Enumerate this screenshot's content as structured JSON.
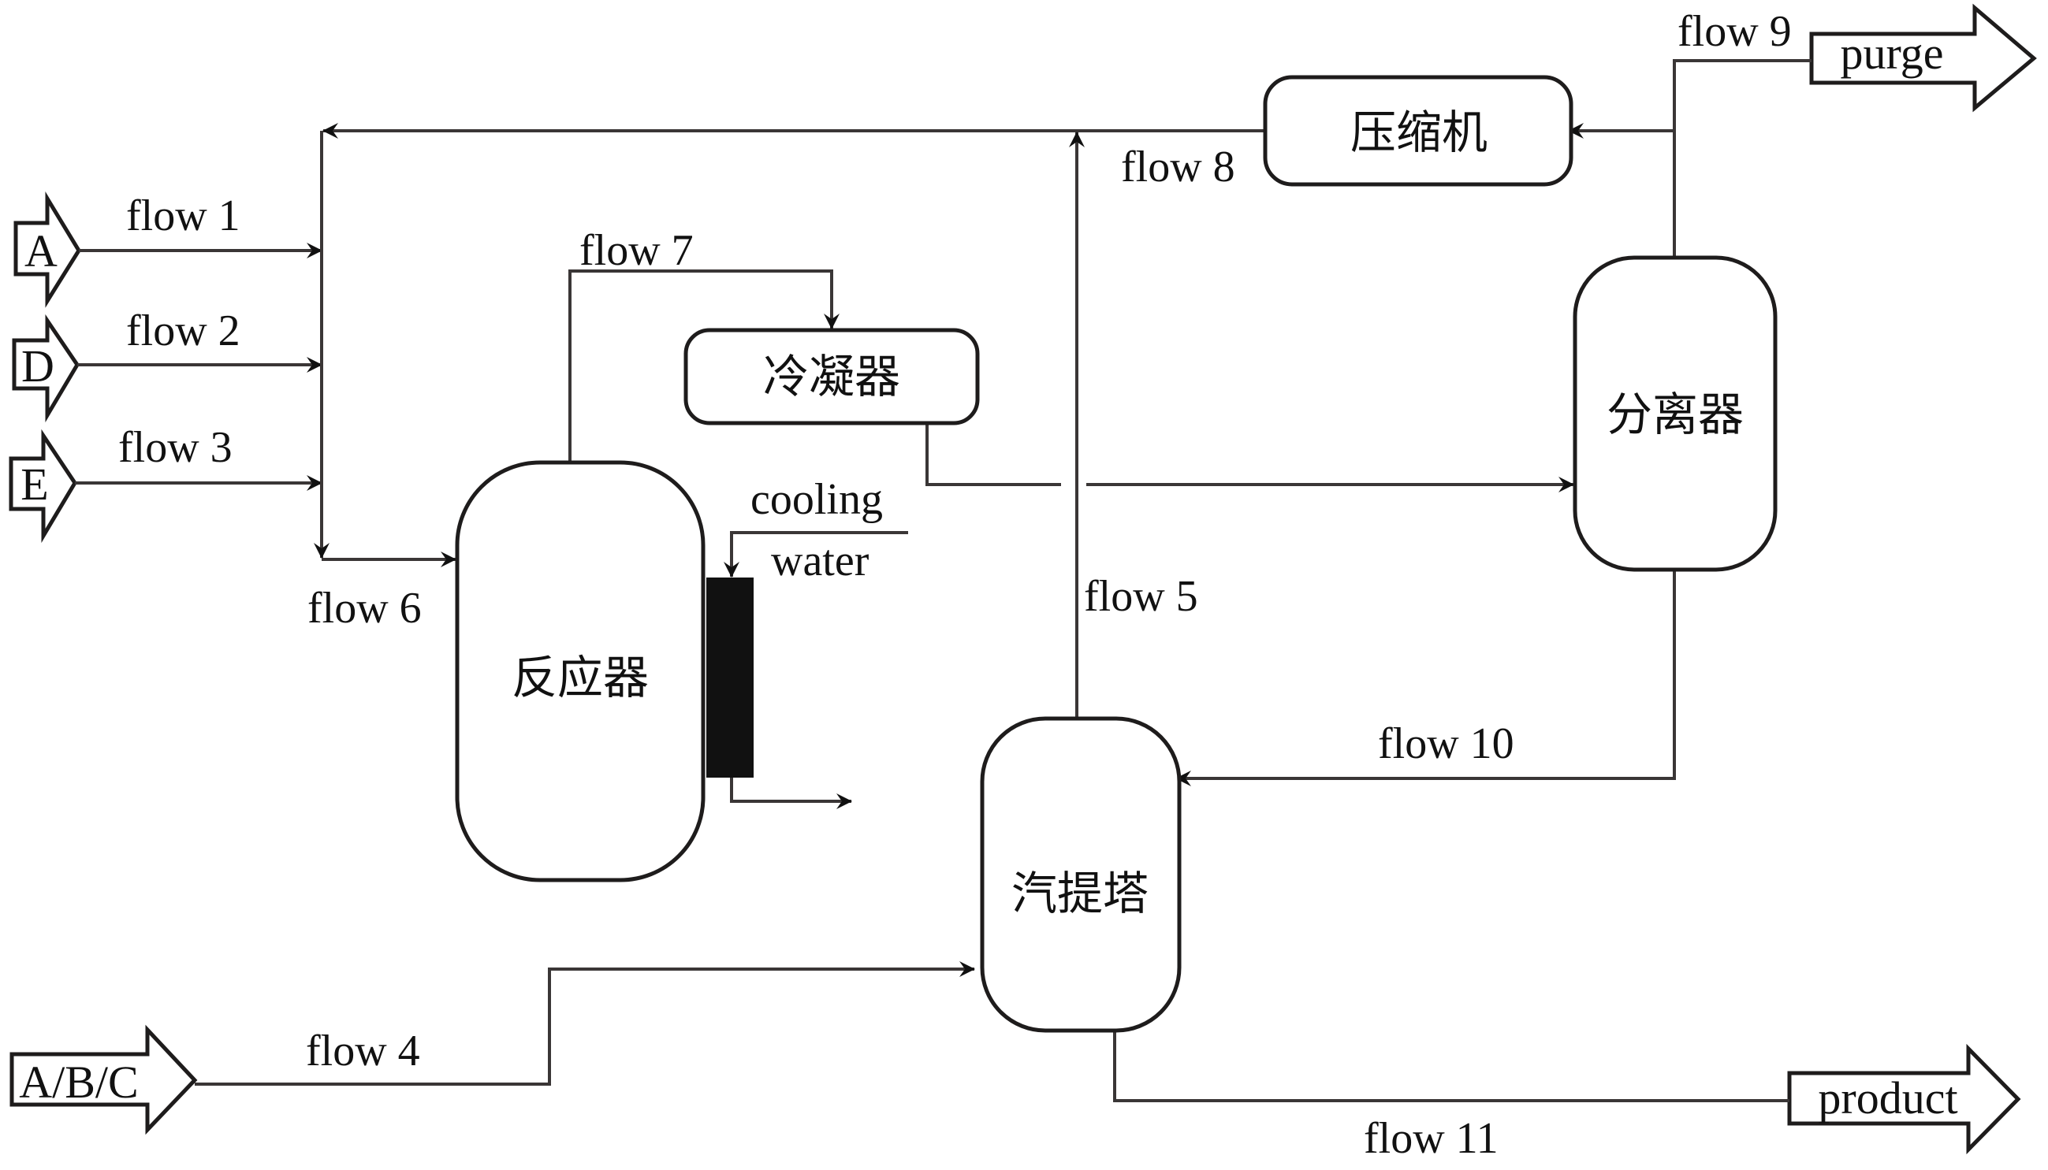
{
  "diagram": {
    "type": "process-flow",
    "units": {
      "reactor": "反应器",
      "condenser": "冷凝器",
      "compressor": "压缩机",
      "separator": "分离器",
      "stripper": "汽提塔"
    },
    "feeds": {
      "A": "A",
      "D": "D",
      "E": "E",
      "ABC": "A/B/C"
    },
    "outputs": {
      "purge": "purge",
      "product": "product"
    },
    "utilities": {
      "cooling_line1": "cooling",
      "cooling_line2": "water"
    },
    "flows": {
      "f1": "flow 1",
      "f2": "flow 2",
      "f3": "flow 3",
      "f4": "flow 4",
      "f5": "flow 5",
      "f6": "flow 6",
      "f7": "flow 7",
      "f8": "flow 8",
      "f9": "flow 9",
      "f10": "flow 10",
      "f11": "flow 11"
    },
    "connections": [
      {
        "flow": "flow 1",
        "from": "A",
        "to": "mixer"
      },
      {
        "flow": "flow 2",
        "from": "D",
        "to": "mixer"
      },
      {
        "flow": "flow 3",
        "from": "E",
        "to": "mixer"
      },
      {
        "flow": "flow 6",
        "from": "mixer",
        "to": "反应器"
      },
      {
        "flow": "flow 7",
        "from": "反应器",
        "to": "冷凝器"
      },
      {
        "flow": "",
        "from": "冷凝器",
        "to": "分离器"
      },
      {
        "flow": "flow 9",
        "from": "分离器",
        "to": "purge"
      },
      {
        "flow": "",
        "from": "分离器",
        "to": "压缩机"
      },
      {
        "flow": "flow 8",
        "from": "压缩机",
        "to": "mixer"
      },
      {
        "flow": "flow 10",
        "from": "分离器",
        "to": "汽提塔"
      },
      {
        "flow": "flow 4",
        "from": "A/B/C",
        "to": "汽提塔"
      },
      {
        "flow": "flow 5",
        "from": "汽提塔",
        "to": "flow 8"
      },
      {
        "flow": "flow 11",
        "from": "汽提塔",
        "to": "product"
      },
      {
        "flow": "",
        "from": "cooling water",
        "to": "反应器 jacket"
      }
    ]
  }
}
